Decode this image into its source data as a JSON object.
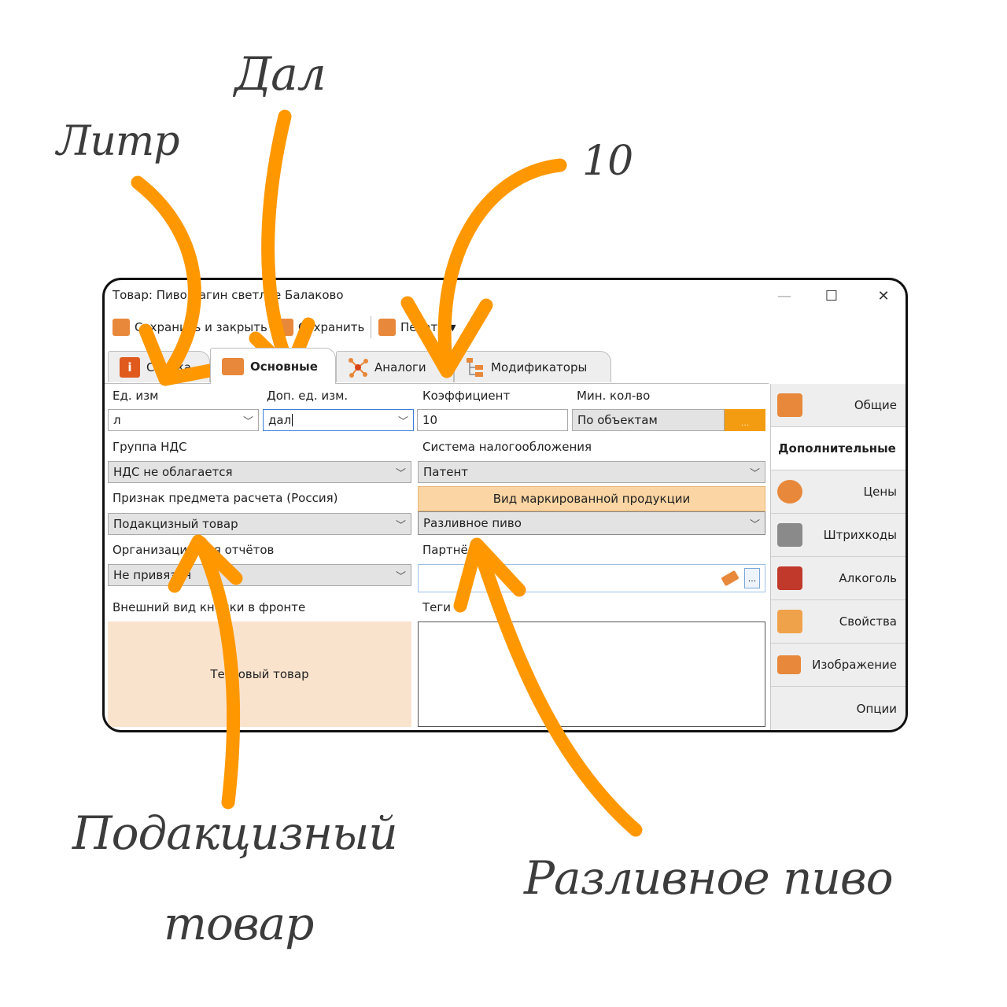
{
  "annotations": {
    "litr": "Литр",
    "dal": "Дал",
    "ten": "10",
    "podakciznyi_line1": "Подакцизный",
    "podakciznyi_line2": "товар",
    "razlivnoe": "Разливное пиво"
  },
  "window": {
    "title": "Товар: Пиво Багин светлое Балаково",
    "minimize": "—",
    "maximize": "☐",
    "close": "✕"
  },
  "toolbar": {
    "save_close": "Сохранить и закрыть",
    "save": "Сохранить",
    "print": "Печать"
  },
  "tabs": [
    {
      "label": "Сводка",
      "icon": "info-icon"
    },
    {
      "label": "Основные",
      "icon": "box-icon"
    },
    {
      "label": "Аналоги",
      "icon": "network-icon"
    },
    {
      "label": "Модификаторы",
      "icon": "tree-icon"
    }
  ],
  "form": {
    "unit_label": "Ед. изм",
    "unit_value": "л",
    "extra_unit_label": "Доп. ед. изм.",
    "extra_unit_value": "дал",
    "coef_label": "Коэффициент",
    "coef_value": "10",
    "min_qty_label": "Мин. кол-во",
    "min_qty_value": "По объектам",
    "min_qty_btn": "...",
    "vat_label": "Группа НДС",
    "vat_value": "НДС не облагается",
    "tax_label": "Система налогообложения",
    "tax_value": "Патент",
    "subject_label": "Признак предмета расчета (Россия)",
    "subject_value": "Подакцизный товар",
    "marked_label": "Вид маркированной продукции",
    "marked_value": "Разливное пиво",
    "org_label": "Организация для отчётов",
    "org_value": "Не привязан",
    "partner_label": "Партнёр",
    "partner_value": "",
    "partner_btn": "...",
    "button_view_label": "Внешний вид кнопки в фронте",
    "button_preview": "Тестовый товар",
    "tags_label": "Теги"
  },
  "sidebar": [
    {
      "label": "Общие",
      "icon": "box-icon"
    },
    {
      "label": "Дополнительные",
      "icon": ""
    },
    {
      "label": "Цены",
      "icon": "price-icon"
    },
    {
      "label": "Штрихкоды",
      "icon": "barcode-scanner-icon"
    },
    {
      "label": "Алкоголь",
      "icon": "bottles-icon"
    },
    {
      "label": "Свойства",
      "icon": "list-icon"
    },
    {
      "label": "Изображение",
      "icon": "image-icon"
    },
    {
      "label": "Опции",
      "icon": ""
    }
  ],
  "colors": {
    "accent": "#f39c12",
    "annotation_arrow": "#ff9800",
    "marked_header": "#fbd5a3",
    "button_preview": "#fae3cd"
  }
}
